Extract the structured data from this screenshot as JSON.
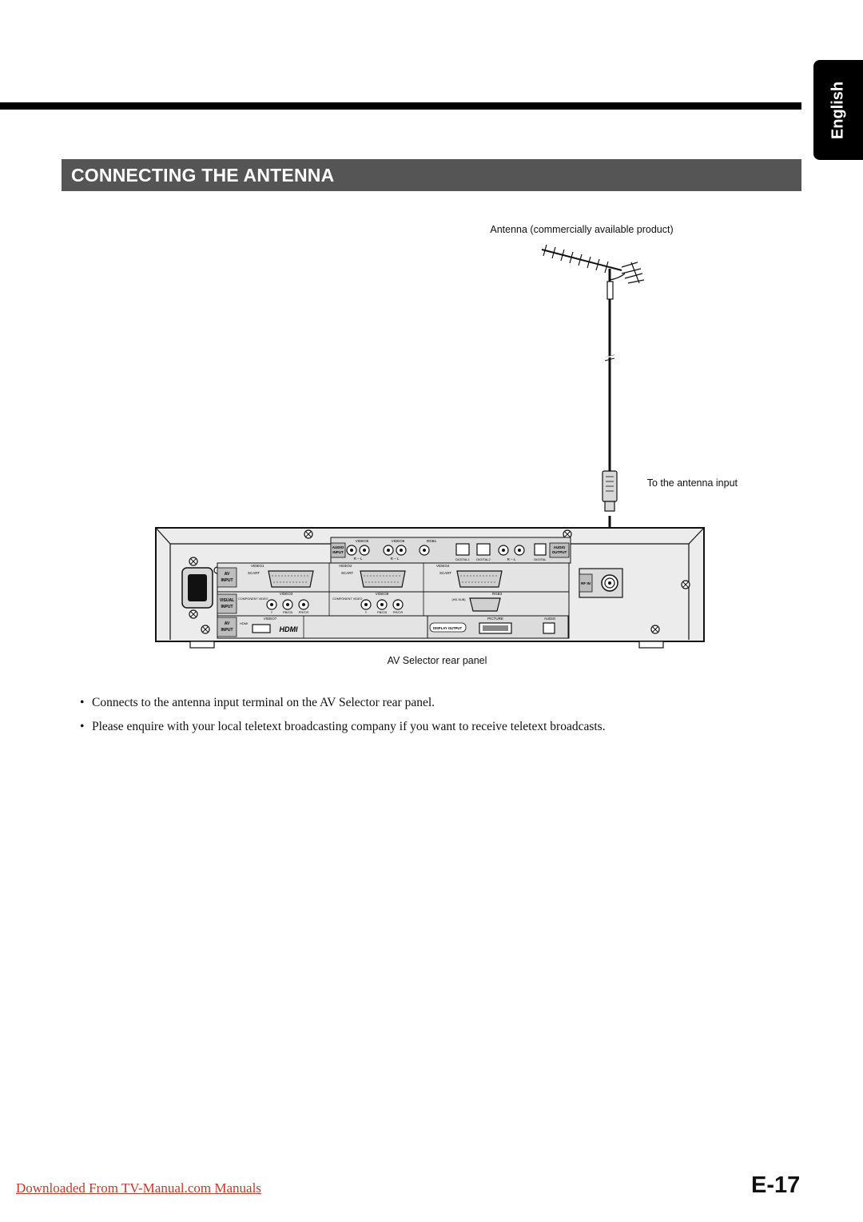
{
  "language_tab": "English",
  "section_title": "CONNECTING THE ANTENNA",
  "diagram": {
    "antenna_caption": "Antenna (commercially available product)",
    "antenna_input_caption": "To the antenna input",
    "panel_caption": "AV Selector rear panel",
    "panel_labels": {
      "audio": "AUDIO",
      "input": "INPUT",
      "output": "OUTPUT",
      "video5": "VIDEO5",
      "video6": "VIDEO6",
      "rgb1": "RGB1",
      "digital1": "DIGITAL1",
      "digital2": "DIGITAL2",
      "digital": "DIGITAL",
      "r_l": "R – L",
      "av": "AV",
      "video1": "VIDEO1",
      "video2": "VIDEO2",
      "video4": "VIDEO4",
      "scart": "SCART",
      "visual": "VISUAL",
      "component_video": "COMPONENT VIDEO",
      "video3": "VIDEO3",
      "video8": "VIDEO8",
      "rgb3": "RGB3",
      "y": "Y",
      "pb_cb": "PB/CB",
      "pr_cr": "PR/CR",
      "dsub": "(HD-SUB)",
      "rf_in": "RF IN",
      "video7": "VIDEO7",
      "hdmi": "HDMI",
      "hdmi_logo": "HDMI",
      "picture": "PICTURE",
      "display_output": "DISPLAY OUTPUT"
    }
  },
  "bullets": [
    "Connects to the antenna input terminal on the AV Selector rear panel.",
    "Please enquire with your local teletext broadcasting company if you want to receive teletext broadcasts."
  ],
  "bullet_symbol": "•",
  "footer_link": "Downloaded From TV-Manual.com Manuals",
  "page_number": "E-17"
}
